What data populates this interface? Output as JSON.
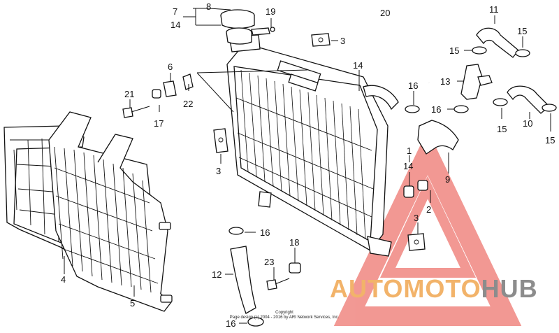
{
  "callouts": {
    "c7": "7",
    "c8": "8",
    "c14a": "14",
    "c19": "19",
    "c20": "20",
    "c11": "11",
    "c15a": "15",
    "c15b": "15",
    "c3a": "3",
    "c14b": "14",
    "c6": "6",
    "c21": "21",
    "c22": "22",
    "c17": "17",
    "c13": "13",
    "c16a": "16",
    "c16b": "16",
    "c15c": "15",
    "c10": "10",
    "c15d": "15",
    "c3b": "3",
    "c1": "1",
    "c14c": "14",
    "c9": "9",
    "c2": "2",
    "c3c": "3",
    "c16c": "16",
    "c18": "18",
    "c4": "4",
    "c5": "5",
    "c12": "12",
    "c23": "23",
    "c16d": "16"
  },
  "copyright": {
    "line1": "Copyright",
    "line2": "Page design (c) 2004 - 2016 by ARI Network Services, Inc."
  },
  "watermark": {
    "auto": "AUTOMOTO",
    "hub": "HUB",
    "triangle_color": "#e8453c",
    "text_color": "#f2b36a",
    "hub_color": "#8c8c8c"
  }
}
